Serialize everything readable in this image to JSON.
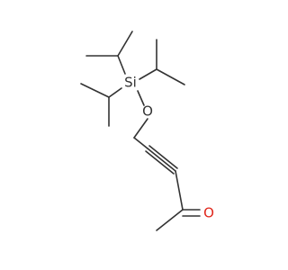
{
  "molecule": {
    "atoms": {
      "silicon": {
        "label": "Si",
        "color": "#333333"
      },
      "ether_oxygen": {
        "label": "O",
        "color": "#333333"
      },
      "carbonyl_oxygen": {
        "label": "O",
        "color": "#e0261b"
      }
    },
    "bond_color": "#333333"
  }
}
